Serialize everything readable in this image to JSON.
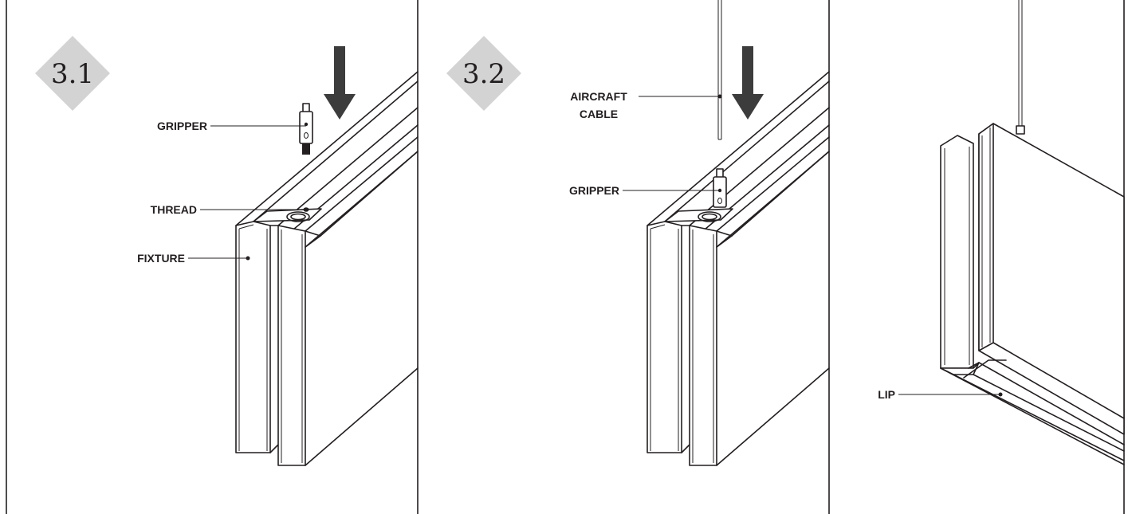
{
  "colors": {
    "ink": "#231f20",
    "badge": "#d3d3d3",
    "arrow": "#3c3c3c",
    "background": "#ffffff"
  },
  "steps": [
    {
      "badge": "3.1",
      "labels": {
        "gripper": "GRIPPER",
        "thread": "THREAD",
        "fixture": "FIXTURE"
      },
      "icons": [
        "down-arrow-icon",
        "gripper-icon"
      ]
    },
    {
      "badge": "3.2",
      "labels": {
        "cable_line1": "AIRCRAFT",
        "cable_line2": "CABLE",
        "gripper": "GRIPPER"
      },
      "icons": [
        "down-arrow-icon",
        "gripper-icon",
        "aircraft-cable-icon"
      ]
    },
    {
      "badge": "",
      "labels": {
        "lip": "LIP"
      },
      "icons": [
        "aircraft-cable-icon"
      ]
    }
  ]
}
